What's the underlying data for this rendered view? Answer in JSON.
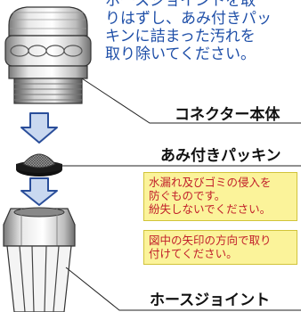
{
  "instruction_lines": [
    "ホースジョイントを取",
    "りはずし、あみ付きパッ",
    "キンに詰まった汚れを",
    "取り除いてください。"
  ],
  "labels": {
    "connector_body": "コネクター本体",
    "mesh_packing": "あみ付きパッキン",
    "hose_joint": "ホースジョイント"
  },
  "notes": {
    "leak_prevention": [
      "水漏れ及びゴミの侵入を",
      "防ぐものです。",
      "紛失しないでください。"
    ],
    "arrow_direction": [
      "図中の矢印の方向で取り",
      "付けてください。"
    ]
  },
  "colors": {
    "instruction_text": "#1f4fa8",
    "note_text": "#c11f2a",
    "note_background": "#fbf39a",
    "arrow_fill": "#c9d8f0",
    "arrow_stroke": "#2a4e9a"
  },
  "icons": [
    "down-arrow-icon",
    "down-arrow-icon"
  ]
}
